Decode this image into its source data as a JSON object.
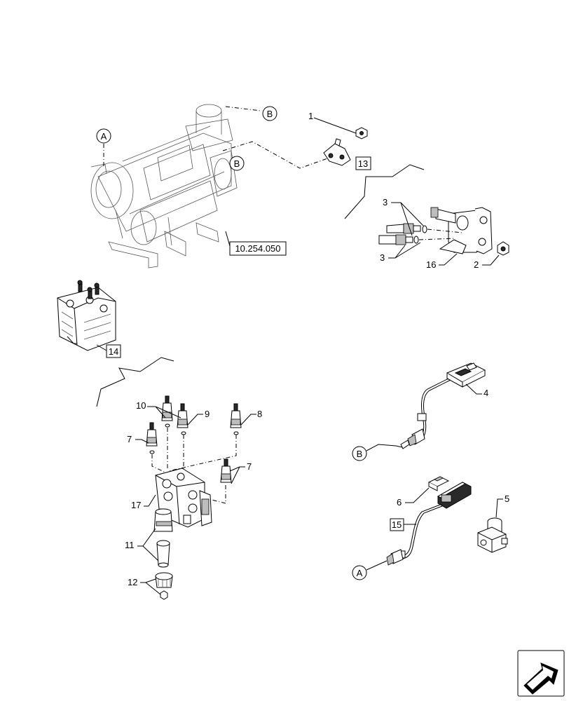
{
  "callouts": {
    "c1": "1",
    "c2": "2",
    "c3a": "3",
    "c3b": "3",
    "c4": "4",
    "c5": "5",
    "c6": "6",
    "c7a": "7",
    "c7b": "7",
    "c8": "8",
    "c9": "9",
    "c10": "10",
    "c11": "11",
    "c12": "12",
    "c16": "16",
    "c17": "17"
  },
  "boxed_refs": {
    "r13": "13",
    "r14": "14",
    "r15": "15",
    "r_ref": "10.254.050"
  },
  "connectors": {
    "a_top": "A",
    "a_bottom": "A",
    "b_top": "B",
    "b_mid": "B",
    "b_right": "B"
  },
  "nav_icon": "next-page-arrow-icon"
}
